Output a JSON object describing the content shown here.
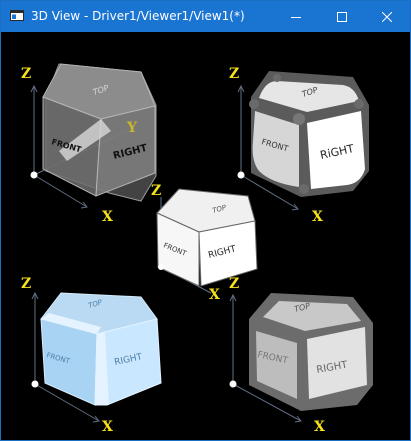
{
  "window": {
    "title": "3D View - Driver1/Viewer1/View1(*)",
    "controls": [
      "minimize",
      "maximize",
      "close"
    ]
  },
  "colors": {
    "titlebar": "#1a75d2",
    "background": "#000000",
    "axis_label": "#f5e21a",
    "axis_line": "#5f6f82"
  },
  "icons": {
    "app": "window-icon",
    "minimize": "minimize-icon",
    "maximize": "maximize-icon",
    "close": "close-icon"
  },
  "cubes": [
    {
      "name": "transparent-gray",
      "faces": {
        "top": "TOP",
        "front": "FRONT",
        "right": "RIGHT"
      },
      "axes": [
        "Z",
        "Y",
        "X"
      ]
    },
    {
      "name": "rounded-white",
      "faces": {
        "top": "TOP",
        "front": "FRONT",
        "right": "RiGHT"
      },
      "axes": [
        "Z",
        "X"
      ]
    },
    {
      "name": "plain-white",
      "faces": {
        "top": "TOP",
        "front": "FRONT",
        "right": "RIGHT"
      },
      "axes": [
        "Z",
        "X"
      ]
    },
    {
      "name": "light-blue",
      "faces": {
        "top": "TOP",
        "front": "FRONT",
        "right": "RIGHT"
      },
      "axes": [
        "Z",
        "X"
      ]
    },
    {
      "name": "gray-chamfer",
      "faces": {
        "top": "TOP",
        "front": "FRONT",
        "right": "RIGHT"
      },
      "axes": [
        "Z",
        "X"
      ]
    }
  ]
}
